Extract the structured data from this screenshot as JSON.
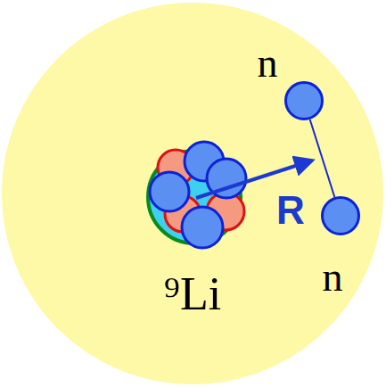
{
  "diagram": {
    "nodes": [
      {
        "text": [
          "n"
        ]
      },
      {
        "text": [
          "n"
        ]
      },
      {
        "text": [
          "⁹Li"
        ]
      }
    ],
    "edges": [
      {
        "from": 0,
        "to": 1,
        "arrow": "none"
      }
    ],
    "labels": [
      "R"
    ]
  }
}
